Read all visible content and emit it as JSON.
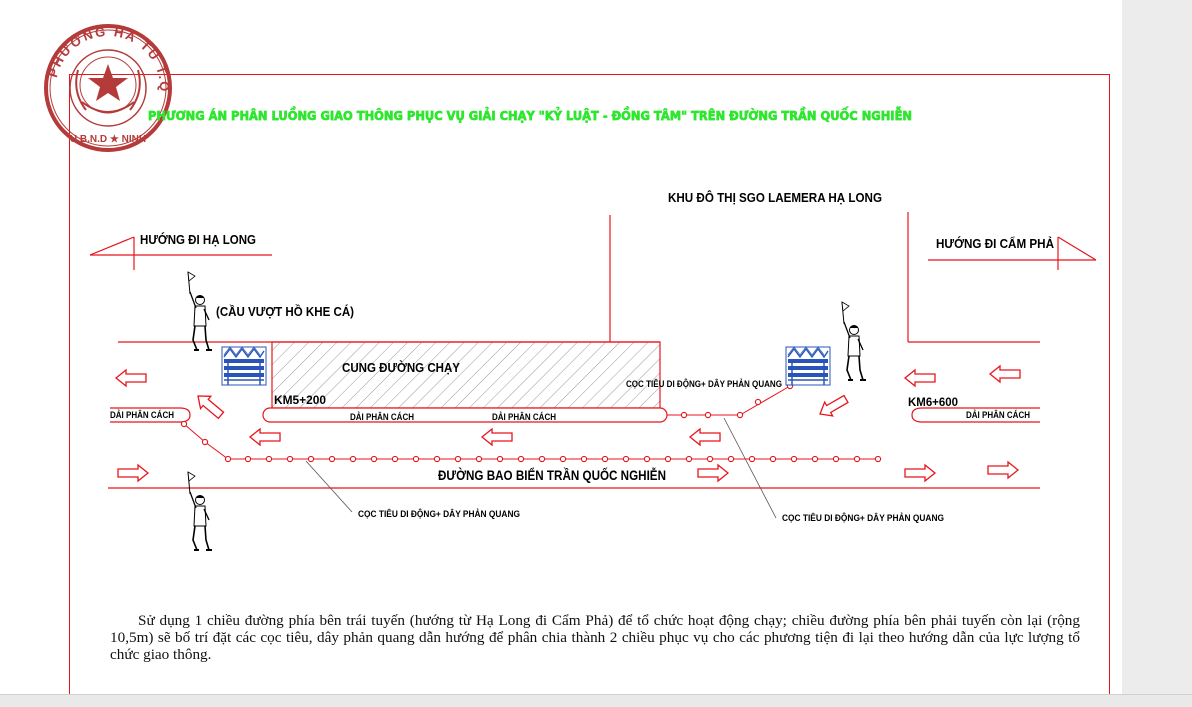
{
  "stamp": {
    "ring_text": "U.B.N.D PHƯỜNG HÀ TU T.QUẢNG NINH",
    "color": "#b53a3a"
  },
  "title": "PHƯƠNG ÁN PHÂN LUỒNG GIAO THÔNG PHỤC VỤ GIẢI CHẠY \"KỶ LUẬT - ĐỒNG TÂM\" TRÊN ĐƯỜNG TRẦN QUỐC NGHIỄN",
  "labels": {
    "urban_area": "KHU ĐÔ THỊ SGO LAEMERA HẠ LONG",
    "to_ha_long": "HƯỚNG ĐI HẠ LONG",
    "to_cam_pha": "HƯỚNG ĐI CẨM PHẢ",
    "overpass": "(CẦU VƯỢT HỒ KHE CÁ)",
    "race_section": "CUNG ĐƯỜNG CHẠY",
    "km_start": "KM5+200",
    "km_end": "KM6+600",
    "cones_top": "CỌC TIÊU DI ĐỘNG+ DÂY PHẢN QUANG",
    "median_left": "DẢI PHÂN CÁCH",
    "median_mid_1": "DẢI PHÂN CÁCH",
    "median_mid_2": "DẢI PHÂN CÁCH",
    "median_right": "DẢI PHÂN CÁCH",
    "road_name": "ĐƯỜNG BAO BIỂN TRẦN QUỐC NGHIỄN",
    "cones_bottom_left": "CỌC TIÊU DI ĐỘNG+ DÂY PHẢN QUANG",
    "cones_bottom_right": "CỌC TIÊU DI ĐỘNG+ DÂY PHẢN QUANG"
  },
  "colors": {
    "line": "#e8151b",
    "title": "#2ee62e",
    "barrier": "#2a55b8",
    "hatch": "#9a9a9a"
  },
  "paragraph": "Sử dụng 1 chiều đường phía bên trái tuyến (hướng từ Hạ Long đi Cẩm Phả) để tổ chức hoạt động chạy; chiều đường phía bên phải tuyến còn lại (rộng 10,5m) sẽ bố trí đặt các cọc tiêu, dây phản quang dẫn hướng để phân chia thành 2 chiều phục vụ cho các phương tiện đi lại theo hướng dẫn của lực lượng tổ chức giao thông."
}
